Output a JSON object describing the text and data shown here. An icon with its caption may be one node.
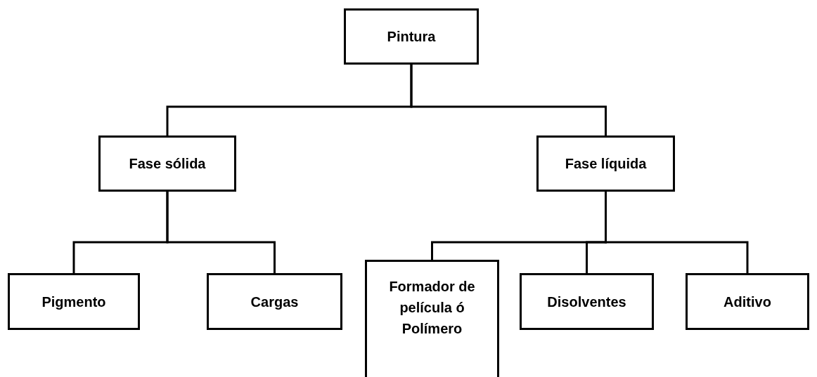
{
  "diagram": {
    "nodes": [
      {
        "text": [
          "Pintura"
        ]
      },
      {
        "text": [
          "Fase sólida"
        ]
      },
      {
        "text": [
          "Fase líquida"
        ]
      },
      {
        "text": [
          "Pigmento"
        ]
      },
      {
        "text": [
          "Cargas"
        ]
      },
      {
        "text": [
          "Formador de película ó Polímero"
        ]
      },
      {
        "text": [
          "Disolventes"
        ]
      },
      {
        "text": [
          "Aditivo"
        ]
      }
    ],
    "edges": [
      {
        "from": 0,
        "to": 1,
        "arrow": "none"
      },
      {
        "from": 0,
        "to": 2,
        "arrow": "none"
      },
      {
        "from": 1,
        "to": 3,
        "arrow": "none"
      },
      {
        "from": 1,
        "to": 4,
        "arrow": "none"
      },
      {
        "from": 2,
        "to": 5,
        "arrow": "none"
      },
      {
        "from": 2,
        "to": 6,
        "arrow": "none"
      },
      {
        "from": 2,
        "to": 7,
        "arrow": "none"
      }
    ]
  }
}
